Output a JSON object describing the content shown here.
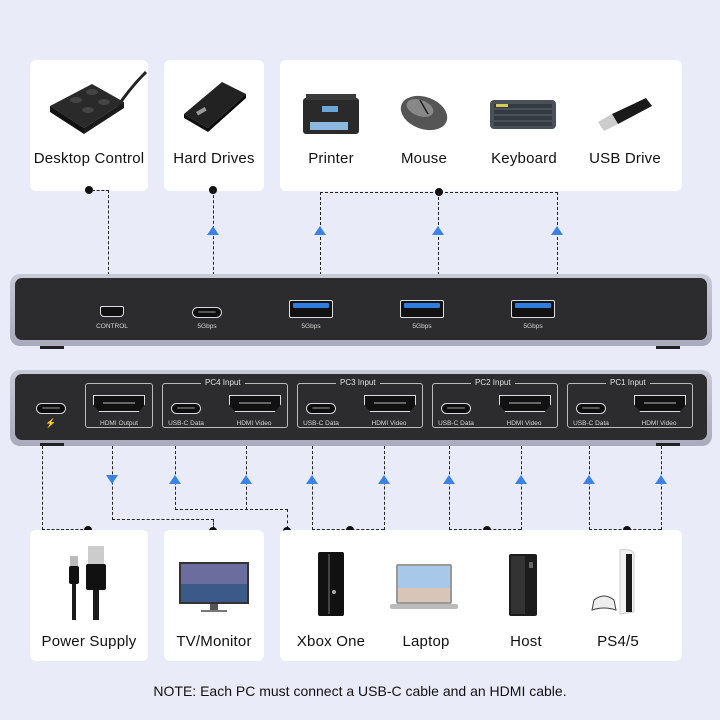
{
  "top_devices": [
    {
      "id": "desktop-control",
      "label": "Desktop Control",
      "icon": "desktop-control-remote"
    },
    {
      "id": "hard-drives",
      "label": "Hard Drives",
      "icon": "hard-drive"
    },
    {
      "id": "printer",
      "label": "Printer",
      "icon": "printer"
    },
    {
      "id": "mouse",
      "label": "Mouse",
      "icon": "mouse"
    },
    {
      "id": "keyboard",
      "label": "Keyboard",
      "icon": "keyboard"
    },
    {
      "id": "usb-drive",
      "label": "USB Drive",
      "icon": "usb-drive"
    }
  ],
  "front_panel": {
    "ports": [
      {
        "type": "mini-usb",
        "label": "CONTROL"
      },
      {
        "type": "usb-c",
        "label": "5Gbps"
      },
      {
        "type": "usb-a",
        "label": "5Gbps"
      },
      {
        "type": "usb-a",
        "label": "5Gbps"
      },
      {
        "type": "usb-a",
        "label": "5Gbps"
      }
    ]
  },
  "back_panel": {
    "power": {
      "type": "usb-c",
      "icon": "lightning-bolt"
    },
    "hdmi_output": {
      "label": "HDMI Output"
    },
    "inputs": [
      {
        "title": "PC4 Input",
        "usb_label": "USB-C Data",
        "hdmi_label": "HDMI Video"
      },
      {
        "title": "PC3 Input",
        "usb_label": "USB-C Data",
        "hdmi_label": "HDMI Video"
      },
      {
        "title": "PC2 Input",
        "usb_label": "USB-C Data",
        "hdmi_label": "HDMI Video"
      },
      {
        "title": "PC1 Input",
        "usb_label": "USB-C Data",
        "hdmi_label": "HDMI Video"
      }
    ]
  },
  "bottom_devices": [
    {
      "id": "power-supply",
      "label": "Power Supply",
      "icon": "usb-cable"
    },
    {
      "id": "tv-monitor",
      "label": "TV/Monitor",
      "icon": "monitor"
    },
    {
      "id": "xbox-one",
      "label": "Xbox One",
      "icon": "xbox-console"
    },
    {
      "id": "laptop",
      "label": "Laptop",
      "icon": "laptop"
    },
    {
      "id": "host",
      "label": "Host",
      "icon": "desktop-tower"
    },
    {
      "id": "ps45",
      "label": "PS4/5",
      "icon": "playstation-console"
    }
  ],
  "note": "NOTE: Each PC must connect a USB-C cable and an HDMI cable.",
  "colors": {
    "background": "#e9ebf8",
    "arrow": "#3b82e6",
    "panel_face": "#2c2c2e",
    "usb3_blue": "#2f7de0"
  }
}
